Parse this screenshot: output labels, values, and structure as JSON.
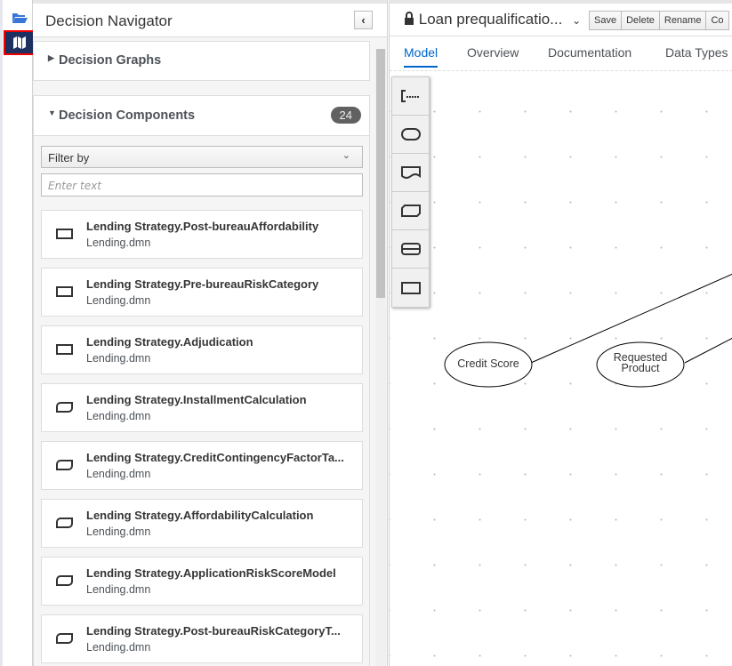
{
  "rail": {
    "items": [
      {
        "icon": "folder-open-icon"
      },
      {
        "icon": "map-icon",
        "active": true
      }
    ]
  },
  "navigator": {
    "title": "Decision Navigator",
    "graphs_label": "Decision Graphs",
    "components_label": "Decision Components",
    "components_count": "24",
    "filter_label": "Filter by",
    "search_placeholder": "Enter text",
    "items": [
      {
        "name": "Lending Strategy.Post-bureauAffordability",
        "file": "Lending.dmn",
        "icon": "decision-icon"
      },
      {
        "name": "Lending Strategy.Pre-bureauRiskCategory",
        "file": "Lending.dmn",
        "icon": "decision-icon"
      },
      {
        "name": "Lending Strategy.Adjudication",
        "file": "Lending.dmn",
        "icon": "decision-icon"
      },
      {
        "name": "Lending Strategy.InstallmentCalculation",
        "file": "Lending.dmn",
        "icon": "bkm-icon"
      },
      {
        "name": "Lending Strategy.CreditContingencyFactorTa...",
        "file": "Lending.dmn",
        "icon": "bkm-icon"
      },
      {
        "name": "Lending Strategy.AffordabilityCalculation",
        "file": "Lending.dmn",
        "icon": "bkm-icon"
      },
      {
        "name": "Lending Strategy.ApplicationRiskScoreModel",
        "file": "Lending.dmn",
        "icon": "bkm-icon"
      },
      {
        "name": "Lending Strategy.Post-bureauRiskCategoryT...",
        "file": "Lending.dmn",
        "icon": "bkm-icon"
      }
    ]
  },
  "editor": {
    "title": "Loan prequalificatio...",
    "buttons": [
      "Save",
      "Delete",
      "Rename",
      "Co"
    ],
    "tabs": [
      "Model",
      "Overview",
      "Documentation",
      "Data Types"
    ],
    "active_tab": "Model",
    "palette": [
      "text-annotation-icon",
      "input-data-icon",
      "knowledge-source-icon",
      "bkm-icon",
      "decision-service-icon",
      "decision-icon"
    ],
    "nodes": [
      "Credit Score",
      "Requested Product"
    ]
  }
}
